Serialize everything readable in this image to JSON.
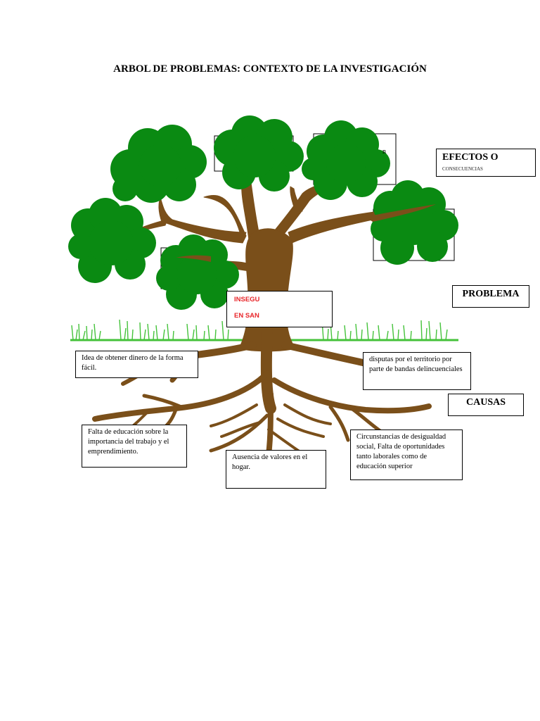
{
  "title": "ARBOL DE PROBLEMAS: CONTEXTO DE LA INVESTIGACIÓN",
  "labels": {
    "effects": "EFECTOS O",
    "effects_sub": "CONSECUENCIAS",
    "problem": "PROBLEMA",
    "causes": "CAUSAS"
  },
  "problem_lines": [
    "INSEGU",
    "EN SAN"
  ],
  "effects_box_text": "n",
  "causes": [
    "Idea de obtener dinero de la forma fácil.",
    "disputas por el territorio por parte de bandas delincuenciales",
    "Falta de educación sobre la importancia del trabajo y el emprendimiento.",
    "Ausencia de valores en el hogar.",
    "Circunstancias de desigualdad social, Falta de oportunidades tanto laborales como de educación superior"
  ],
  "colors": {
    "foliage": "#0a8a12",
    "trunk": "#7a4f1a",
    "grass": "#44c23a",
    "problem_text": "#e8262a"
  }
}
